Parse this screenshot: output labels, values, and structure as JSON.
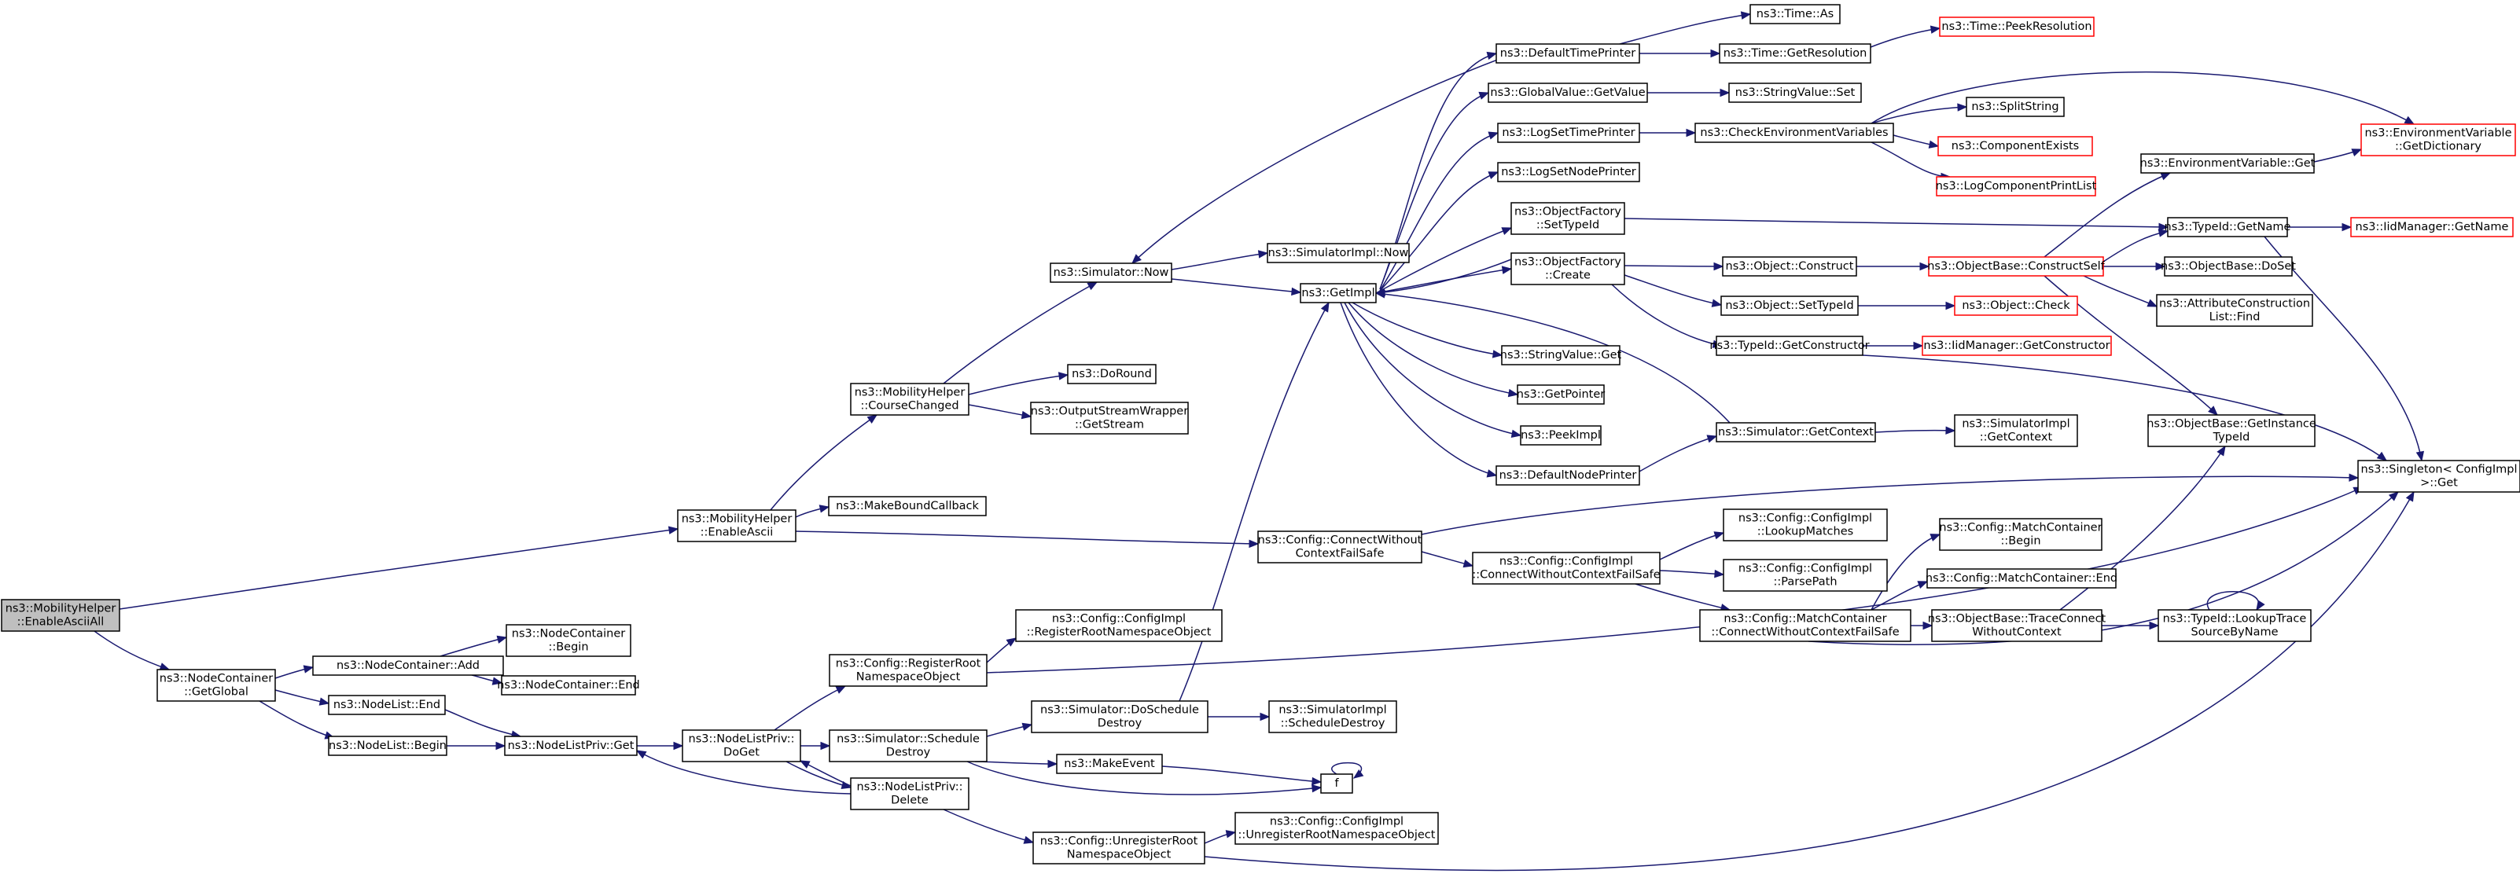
{
  "nodes": [
    {
      "id": "root",
      "lines": [
        "ns3::MobilityHelper",
        "::EnableAsciiAll"
      ],
      "kind": "highlight"
    },
    {
      "id": "ncGetGlobal",
      "lines": [
        "ns3::NodeContainer",
        "::GetGlobal"
      ]
    },
    {
      "id": "ncAdd",
      "lines": [
        "ns3::NodeContainer::Add"
      ]
    },
    {
      "id": "ncBegin",
      "lines": [
        "ns3::NodeContainer",
        "::Begin"
      ]
    },
    {
      "id": "ncEnd",
      "lines": [
        "ns3::NodeContainer::End"
      ]
    },
    {
      "id": "nlEnd",
      "lines": [
        "ns3::NodeList::End"
      ]
    },
    {
      "id": "nlBegin",
      "lines": [
        "ns3::NodeList::Begin"
      ]
    },
    {
      "id": "nlpGet",
      "lines": [
        "ns3::NodeListPriv::Get"
      ]
    },
    {
      "id": "nlpDoGet",
      "lines": [
        "ns3::NodeListPriv::",
        "DoGet"
      ]
    },
    {
      "id": "nlpDelete",
      "lines": [
        "ns3::NodeListPriv::",
        "Delete"
      ]
    },
    {
      "id": "cfgRegRoot",
      "lines": [
        "ns3::Config::RegisterRoot",
        "NamespaceObject"
      ]
    },
    {
      "id": "cfgImplRegRoot",
      "lines": [
        "ns3::Config::ConfigImpl",
        "::RegisterRootNamespaceObject"
      ]
    },
    {
      "id": "simSchedDestroy",
      "lines": [
        "ns3::Simulator::Schedule",
        "Destroy"
      ]
    },
    {
      "id": "simDoSchedDestroy",
      "lines": [
        "ns3::Simulator::DoSchedule",
        "Destroy"
      ]
    },
    {
      "id": "simImplSchedDestroy",
      "lines": [
        "ns3::SimulatorImpl",
        "::ScheduleDestroy"
      ]
    },
    {
      "id": "makeEvent",
      "lines": [
        "ns3::MakeEvent"
      ]
    },
    {
      "id": "f",
      "lines": [
        "f"
      ]
    },
    {
      "id": "cfgUnregRoot",
      "lines": [
        "ns3::Config::UnregisterRoot",
        "NamespaceObject"
      ]
    },
    {
      "id": "cfgImplUnregRoot",
      "lines": [
        "ns3::Config::ConfigImpl",
        "::UnregisterRootNamespaceObject"
      ]
    },
    {
      "id": "mhEnableAscii",
      "lines": [
        "ns3::MobilityHelper",
        "::EnableAscii"
      ]
    },
    {
      "id": "makeBoundCb",
      "lines": [
        "ns3::MakeBoundCallback"
      ]
    },
    {
      "id": "mhCourseChanged",
      "lines": [
        "ns3::MobilityHelper",
        "::CourseChanged"
      ]
    },
    {
      "id": "doRound",
      "lines": [
        "ns3::DoRound"
      ]
    },
    {
      "id": "oswGetStream",
      "lines": [
        "ns3::OutputStreamWrapper",
        "::GetStream"
      ]
    },
    {
      "id": "simNow",
      "lines": [
        "ns3::Simulator::Now"
      ]
    },
    {
      "id": "simImplNow",
      "lines": [
        "ns3::SimulatorImpl::Now"
      ]
    },
    {
      "id": "getImpl",
      "lines": [
        "ns3::GetImpl"
      ]
    },
    {
      "id": "cfgConnWithout",
      "lines": [
        "ns3::Config::ConnectWithout",
        "ContextFailSafe"
      ]
    },
    {
      "id": "cfgImplConnWithout",
      "lines": [
        "ns3::Config::ConfigImpl",
        "::ConnectWithoutContextFailSafe"
      ]
    },
    {
      "id": "cfgImplLookup",
      "lines": [
        "ns3::Config::ConfigImpl",
        "::LookupMatches"
      ]
    },
    {
      "id": "cfgImplParsePath",
      "lines": [
        "ns3::Config::ConfigImpl",
        "::ParsePath"
      ]
    },
    {
      "id": "mcConnWithout",
      "lines": [
        "ns3::Config::MatchContainer",
        "::ConnectWithoutContextFailSafe"
      ]
    },
    {
      "id": "mcBegin",
      "lines": [
        "ns3::Config::MatchContainer",
        "::Begin"
      ]
    },
    {
      "id": "mcEnd",
      "lines": [
        "ns3::Config::MatchContainer::End"
      ]
    },
    {
      "id": "obTraceConnect",
      "lines": [
        "ns3::ObjectBase::TraceConnect",
        "WithoutContext"
      ]
    },
    {
      "id": "tidLookupTrace",
      "lines": [
        "ns3::TypeId::LookupTrace",
        "SourceByName"
      ]
    },
    {
      "id": "defTimePrinter",
      "lines": [
        "ns3::DefaultTimePrinter"
      ]
    },
    {
      "id": "timeAs",
      "lines": [
        "ns3::Time::As"
      ]
    },
    {
      "id": "timeGetRes",
      "lines": [
        "ns3::Time::GetResolution"
      ]
    },
    {
      "id": "timePeekRes",
      "lines": [
        "ns3::Time::PeekResolution"
      ],
      "kind": "truncated"
    },
    {
      "id": "gvGetValue",
      "lines": [
        "ns3::GlobalValue::GetValue"
      ]
    },
    {
      "id": "svSet",
      "lines": [
        "ns3::StringValue::Set"
      ]
    },
    {
      "id": "logSetTime",
      "lines": [
        "ns3::LogSetTimePrinter"
      ]
    },
    {
      "id": "checkEnvVars",
      "lines": [
        "ns3::CheckEnvironmentVariables"
      ]
    },
    {
      "id": "splitString",
      "lines": [
        "ns3::SplitString"
      ]
    },
    {
      "id": "compExists",
      "lines": [
        "ns3::ComponentExists"
      ],
      "kind": "truncated"
    },
    {
      "id": "logCompPrint",
      "lines": [
        "ns3::LogComponentPrintList"
      ],
      "kind": "truncated"
    },
    {
      "id": "envGetDict",
      "lines": [
        "ns3::EnvironmentVariable",
        "::GetDictionary"
      ],
      "kind": "truncated"
    },
    {
      "id": "logSetNode",
      "lines": [
        "ns3::LogSetNodePrinter"
      ]
    },
    {
      "id": "ofSetTypeId",
      "lines": [
        "ns3::ObjectFactory",
        "::SetTypeId"
      ]
    },
    {
      "id": "ofCreate",
      "lines": [
        "ns3::ObjectFactory",
        "::Create"
      ]
    },
    {
      "id": "objConstruct",
      "lines": [
        "ns3::Object::Construct"
      ]
    },
    {
      "id": "objSetTypeId",
      "lines": [
        "ns3::Object::SetTypeId"
      ]
    },
    {
      "id": "tidGetCtor",
      "lines": [
        "ns3::TypeId::GetConstructor"
      ]
    },
    {
      "id": "iidGetCtor",
      "lines": [
        "ns3::IidManager::GetConstructor"
      ],
      "kind": "truncated"
    },
    {
      "id": "objCheck",
      "lines": [
        "ns3::Object::Check"
      ],
      "kind": "truncated"
    },
    {
      "id": "obConstructSelf",
      "lines": [
        "ns3::ObjectBase::ConstructSelf"
      ],
      "kind": "truncated"
    },
    {
      "id": "envGet",
      "lines": [
        "ns3::EnvironmentVariable::Get"
      ]
    },
    {
      "id": "tidGetName",
      "lines": [
        "ns3::TypeId::GetName"
      ]
    },
    {
      "id": "iidGetName",
      "lines": [
        "ns3::IidManager::GetName"
      ],
      "kind": "truncated"
    },
    {
      "id": "obDoSet",
      "lines": [
        "ns3::ObjectBase::DoSet"
      ]
    },
    {
      "id": "attrConstrFind",
      "lines": [
        "ns3::AttributeConstruction",
        "List::Find"
      ]
    },
    {
      "id": "obGetInstTid",
      "lines": [
        "ns3::ObjectBase::GetInstance",
        "TypeId"
      ]
    },
    {
      "id": "svGet",
      "lines": [
        "ns3::StringValue::Get"
      ]
    },
    {
      "id": "getPointer",
      "lines": [
        "ns3::GetPointer"
      ]
    },
    {
      "id": "peekImpl",
      "lines": [
        "ns3::PeekImpl"
      ]
    },
    {
      "id": "defNodePrinter",
      "lines": [
        "ns3::DefaultNodePrinter"
      ]
    },
    {
      "id": "simGetContext",
      "lines": [
        "ns3::Simulator::GetContext"
      ]
    },
    {
      "id": "simImplGetContext",
      "lines": [
        "ns3::SimulatorImpl",
        "::GetContext"
      ]
    },
    {
      "id": "singletonGet",
      "lines": [
        "ns3::Singleton< ConfigImpl",
        ">::Get"
      ]
    }
  ]
}
